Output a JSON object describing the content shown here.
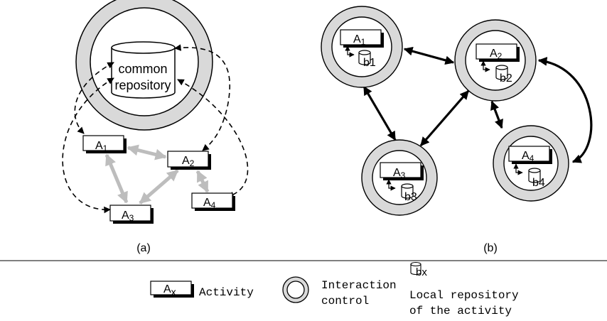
{
  "diagram_a": {
    "caption": "(a)",
    "repository_label_1": "common",
    "repository_label_2": "repository",
    "activities": {
      "a1": "A",
      "a2": "A",
      "a3": "A",
      "a4": "A"
    },
    "subscripts": {
      "a1": "1",
      "a2": "2",
      "a3": "3",
      "a4": "4"
    }
  },
  "diagram_b": {
    "caption": "(b)",
    "activities": {
      "a1": "A",
      "a2": "A",
      "a3": "A",
      "a4": "A"
    },
    "subscripts": {
      "a1": "1",
      "a2": "2",
      "a3": "3",
      "a4": "4"
    },
    "repos": {
      "a1": "b1",
      "a2": "b2",
      "a3": "b3",
      "a4": "b4"
    }
  },
  "legend": {
    "activity_symbol": "A",
    "activity_sub": "x",
    "activity_label": "Activity",
    "interaction_line1": "Interaction",
    "interaction_line2": "control",
    "repo_symbol": "bx",
    "repo_line1": "Local repository",
    "repo_line2": "of the activity"
  },
  "colors": {
    "ring_fill": "#d9d9d9",
    "gray_arrow": "#bdbdbd",
    "line": "#000000",
    "shadow": "#000000"
  }
}
